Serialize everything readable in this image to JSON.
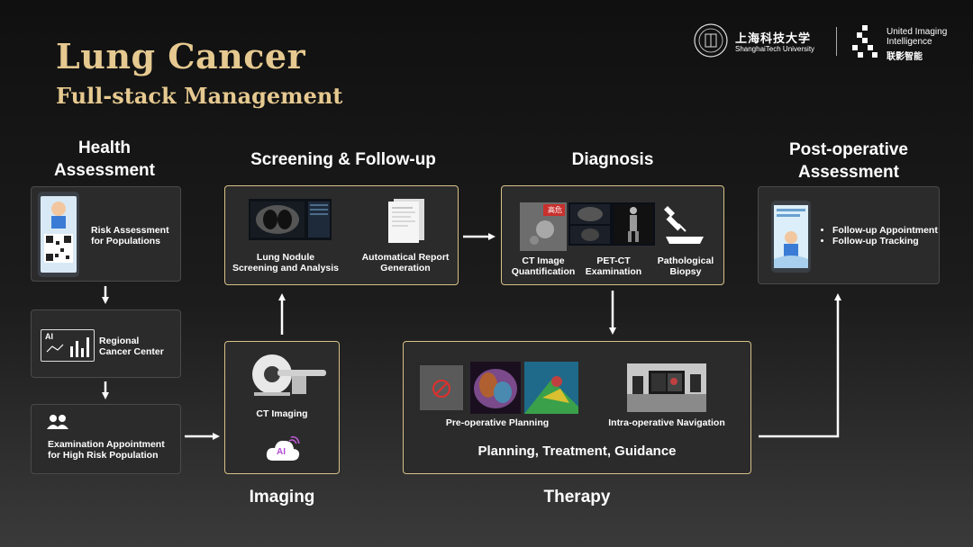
{
  "title": {
    "main": "Lung Cancer",
    "sub": "Full-stack Management"
  },
  "logos": {
    "shanghaitech_cn": "上海科技大学",
    "shanghaitech_en": "ShanghaiTech University",
    "uii_en_line1": "United Imaging",
    "uii_en_line2": "Intelligence",
    "uii_cn": "联影智能"
  },
  "health": {
    "title_line1": "Health",
    "title_line2": "Assessment",
    "risk_line1": "Risk Assessment",
    "risk_line2": "for Populations",
    "regional_line1": "Regional",
    "regional_line2": "Cancer Center",
    "regional_icon_text": "AI",
    "exam_line1": "Examination Appointment",
    "exam_line2": "for High Risk Population"
  },
  "screening": {
    "title": "Screening & Follow-up",
    "nodule_line1": "Lung Nodule",
    "nodule_line2": "Screening and Analysis",
    "report_line1": "Automatical Report",
    "report_line2": "Generation"
  },
  "imaging": {
    "title": "Imaging",
    "ct_label": "CT Imaging",
    "ai_badge": "AI"
  },
  "diagnosis": {
    "title": "Diagnosis",
    "ct_quant_line1": "CT Image",
    "ct_quant_line2": "Quantification",
    "ct_quant_tag": "高危",
    "pet_line1": "PET-CT",
    "pet_line2": "Examination",
    "patho_line1": "Pathological",
    "patho_line2": "Biopsy"
  },
  "therapy": {
    "title": "Therapy",
    "preop_label": "Pre-operative Planning",
    "intraop_label": "Intra-operative Navigation",
    "summary": "Planning, Treatment, Guidance"
  },
  "postop": {
    "title_line1": "Post-operative",
    "title_line2": "Assessment",
    "item1": "Follow-up  Appointment",
    "item2": "Follow-up  Tracking"
  },
  "colors": {
    "gold": "#e6c990",
    "panel_border_gold": "#d8c089",
    "panel_bg": "#2b2b2b"
  }
}
